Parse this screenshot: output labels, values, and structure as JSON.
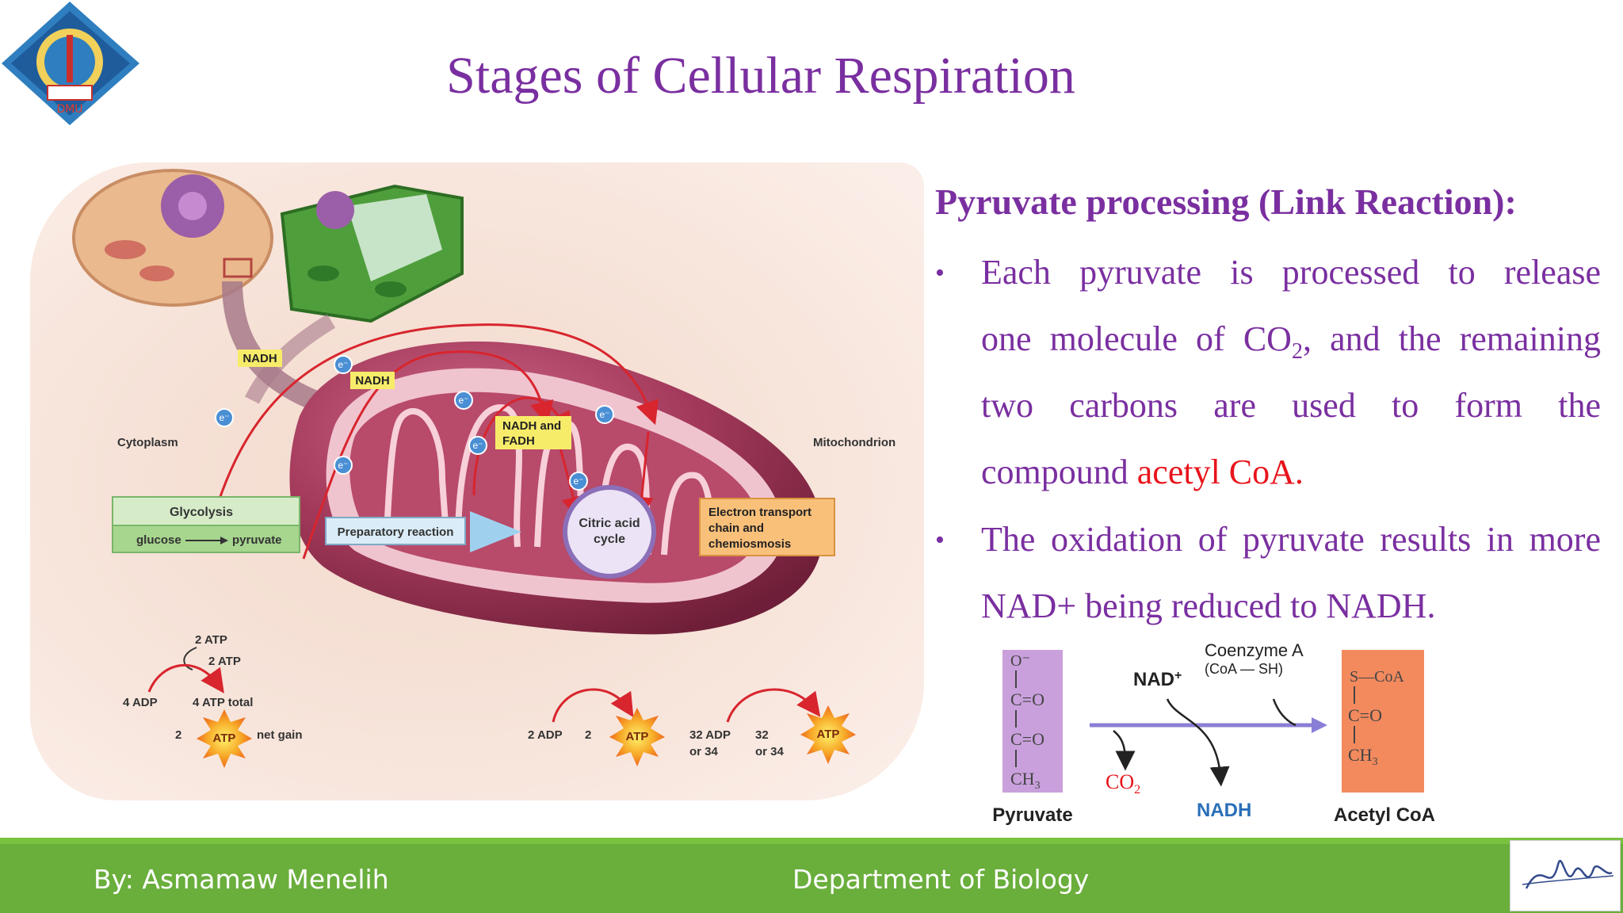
{
  "slide": {
    "title": "Stages of Cellular Respiration",
    "logo_text": "DMU"
  },
  "text_panel": {
    "heading": "Pyruvate processing (Link Reaction):",
    "bullet1_lines": [
      "Each pyruvate is processed to release",
      "one molecule of CO",
      "two carbons are used to form the",
      "compound "
    ],
    "bullet1_sub": "2",
    "bullet1_line2_rest": ", and the remaining",
    "bullet1_highlight": "acetyl CoA.",
    "bullet2_lines": [
      "The oxidation of pyruvate results in more",
      "NAD+ being reduced to NADH."
    ]
  },
  "figure": {
    "labels": {
      "cytoplasm": "Cytoplasm",
      "mitochondrion": "Mitochondrion",
      "glycolysis": "Glycolysis",
      "glucose": "glucose",
      "pyruvate": "pyruvate",
      "preparatory": "Preparatory reaction",
      "citric1": "Citric acid",
      "citric2": "cycle",
      "etc1": "Electron transport",
      "etc2": "chain and",
      "etc3": "chemiosmosis",
      "nadh": "NADH",
      "nadh_fadh_1": "NADH and",
      "nadh_fadh_2": "FADH",
      "electron": "e⁻",
      "atp": "ATP",
      "two_atp": "2 ATP",
      "four_adp": "4 ADP",
      "four_atp_total": "4 ATP total",
      "two": "2",
      "net_gain": "net gain",
      "two_adp": "2 ADP",
      "thirtytwo_adp": "32 ADP",
      "thirtytwo": "32",
      "or34": "or 34"
    }
  },
  "reaction": {
    "pyruvate_label": "Pyruvate",
    "acetyl_label": "Acetyl CoA",
    "nad": "NAD",
    "nad_sup": "+",
    "coenzyme": "Coenzyme A",
    "coash": "(CoA — SH)",
    "co2": "CO",
    "co2_sub": "2",
    "nadh": "NADH",
    "pyr_o_minus": "O⁻",
    "pyr_co": "C=O",
    "pyr_ch3": "CH",
    "pyr_sub3": "3",
    "acetyl_s": "S—CoA",
    "colors": {
      "pyruvate_box": "#c9a0dc",
      "acetyl_box": "#f28a5e",
      "arrow": "#8a7fd6",
      "nadh": "#2a6fb8"
    }
  },
  "footer": {
    "author": "By: Asmamaw Menelih",
    "department": "Department of Biology"
  },
  "colors": {
    "title": "#7a2fa0",
    "highlight": "#e8141c",
    "footer_bg": "#6aae3c"
  }
}
